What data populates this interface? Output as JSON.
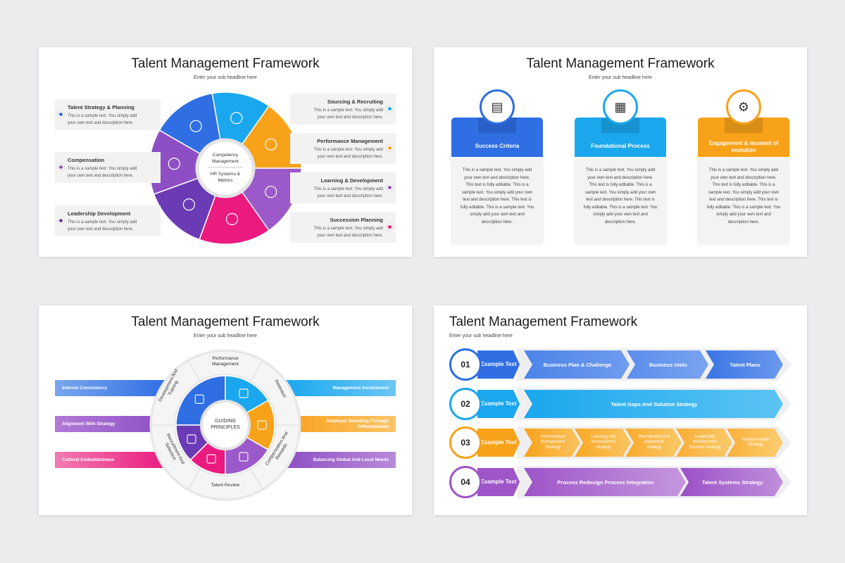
{
  "colors": {
    "blue": "#2f6ee3",
    "cyan": "#1aa7ee",
    "orange": "#f8a21a",
    "purple": "#8e4fc4",
    "magenta": "#ea1a7f",
    "violet": "#6a3bb5"
  },
  "slide1": {
    "title": "Talent Management Framework",
    "subtitle": "Enter your sub headline here",
    "center_top": "Competency Management",
    "center_bottom": "HR Systems & Metrics",
    "left_items": [
      {
        "title": "Talent Strategy & Planning",
        "desc": "This is a sample text. You simply add your own text and description here.",
        "color": "#2f6ee3"
      },
      {
        "title": "Compensation",
        "desc": "This is a sample text. You simply add your own text and description here.",
        "color": "#8e4fc4"
      },
      {
        "title": "Leadership Development",
        "desc": "This is a sample text. You simply add your own text and description here.",
        "color": "#6a3bb5"
      }
    ],
    "right_items": [
      {
        "title": "Sourcing & Recruiting",
        "desc": "This is a sample text. You simply add your own text and description here.",
        "color": "#1aa7ee"
      },
      {
        "title": "Performance Management",
        "desc": "This is a sample text. You simply add your own text and description here.",
        "color": "#f8a21a"
      },
      {
        "title": "Learning & Development",
        "desc": "This is a sample text. You simply add your own text and description here.",
        "color": "#8e4fc4"
      },
      {
        "title": "Succession Planning",
        "desc": "This is a sample text. You simply add your own text and description here.",
        "color": "#ea1a7f"
      }
    ]
  },
  "slide2": {
    "title": "Talent Management Framework",
    "subtitle": "Enter your sub headline here",
    "cards": [
      {
        "label": "Success Criteria",
        "color": "#2f6ee3",
        "icon": "document-gear-icon",
        "body": "This is a sample text. You simply add your own text and description here. This text is fully editable. This is a sample text. You simply add your own text and description here. This text is fully editable.  This is a sample text. You simply add your own text and description here."
      },
      {
        "label": "Foundational Process",
        "color": "#1aa7ee",
        "icon": "brick-wall-icon",
        "body": "This is a sample text. You simply add your own text and description here. This text is fully editable. This is a sample text. You simply add your own text and description here. This text is fully editable.  This is a sample text. You simply add your own text and description here."
      },
      {
        "label": "Engagement & moment of evolution",
        "color": "#f8a21a",
        "icon": "team-gear-icon",
        "body": "This is a sample text. You simply add your own text and description here. This text is fully editable. This is a sample text. You simply add your own text and description here. This text is fully editable.  This is a sample text. You simply add your own text and description here."
      }
    ]
  },
  "slide3": {
    "title": "Talent Management Framework",
    "subtitle": "Enter your sub headline here",
    "center": "GUIDING PRINCIPLES",
    "ring_labels": {
      "top": "Performance Management",
      "top_right": "Retention",
      "bottom_right": "Compensation And Rewards",
      "bottom": "Talent Review",
      "bottom_left": "Recruitment And Selection",
      "top_left": "Development And Training"
    },
    "left_bars": [
      {
        "label": "Internal Consistency",
        "color": "#2f6ee3"
      },
      {
        "label": "Alignment With Strategy",
        "color": "#8e4fc4"
      },
      {
        "label": "Cultural Embeddedness",
        "color": "#ea1a7f"
      }
    ],
    "right_bars": [
      {
        "label": "Management Involvement",
        "color": "#1aa7ee"
      },
      {
        "label": "Employer Branding Through Differentiation",
        "color": "#f8a21a"
      },
      {
        "label": "Balancing Global And Local Needs",
        "color": "#8e4fc4"
      }
    ]
  },
  "slide4": {
    "title": "Talent Management Framework",
    "subtitle": "Enter your sub headline here",
    "rows": [
      {
        "num": "01",
        "label": "Example Text",
        "color": "#2f6ee3",
        "steps": [
          "Business Plan & Challenge",
          "Business Units",
          "Talent Plans"
        ]
      },
      {
        "num": "02",
        "label": "Example Text",
        "color": "#1aa7ee",
        "steps": [
          "Talent Gaps And Solution Strategy"
        ]
      },
      {
        "num": "03",
        "label": "Example Text",
        "color": "#f8a21a",
        "steps": [
          "Performance Management Strategy",
          "Learning and development strategy",
          "Recruitment and acquisition strategy",
          "Leadership development Success strategy",
          "Compensation Strategy"
        ]
      },
      {
        "num": "04",
        "label": "Example Text",
        "color": "#9e55c8",
        "steps": [
          "Process Redesign Process Integration",
          "Talent Systems Strategy"
        ]
      }
    ]
  }
}
